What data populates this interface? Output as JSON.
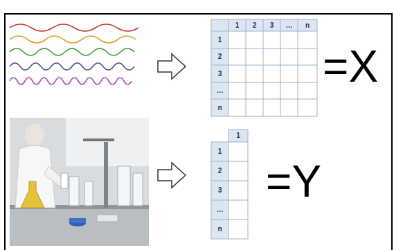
{
  "diagram": {
    "labels": [
      "1",
      "2",
      "3",
      "…",
      "n",
      "1",
      "2",
      "3",
      "…",
      "n",
      "=X",
      "1",
      "1",
      "2",
      "3",
      "…",
      "n",
      "=Y"
    ]
  }
}
